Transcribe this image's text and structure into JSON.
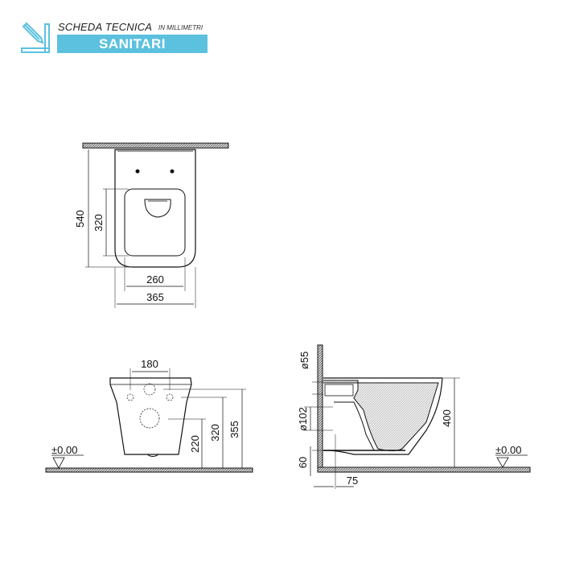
{
  "header": {
    "title": "SCHEDA TECNICA",
    "subtitle": "IN MILLIMETRI",
    "banner": "SANITARI",
    "icon": "ruler-pencil-icon",
    "accent_color": "#5bc1de"
  },
  "top_view": {
    "dim_total_depth": "540",
    "dim_seat_depth": "320",
    "dim_seat_width": "260",
    "dim_total_width": "365"
  },
  "front_view": {
    "dim_bolt_spacing": "180",
    "dim_bottom_hole_height": "220",
    "dim_bolt_height": "320",
    "dim_top_hole_height": "355",
    "floor_level": "±0.00"
  },
  "side_view": {
    "dim_inlet_diameter": "ø55",
    "dim_outlet_diameter": "ø102",
    "dim_floor_clearance": "60",
    "dim_outlet_offset": "75",
    "dim_rim_height": "400",
    "floor_level": "±0.00"
  }
}
